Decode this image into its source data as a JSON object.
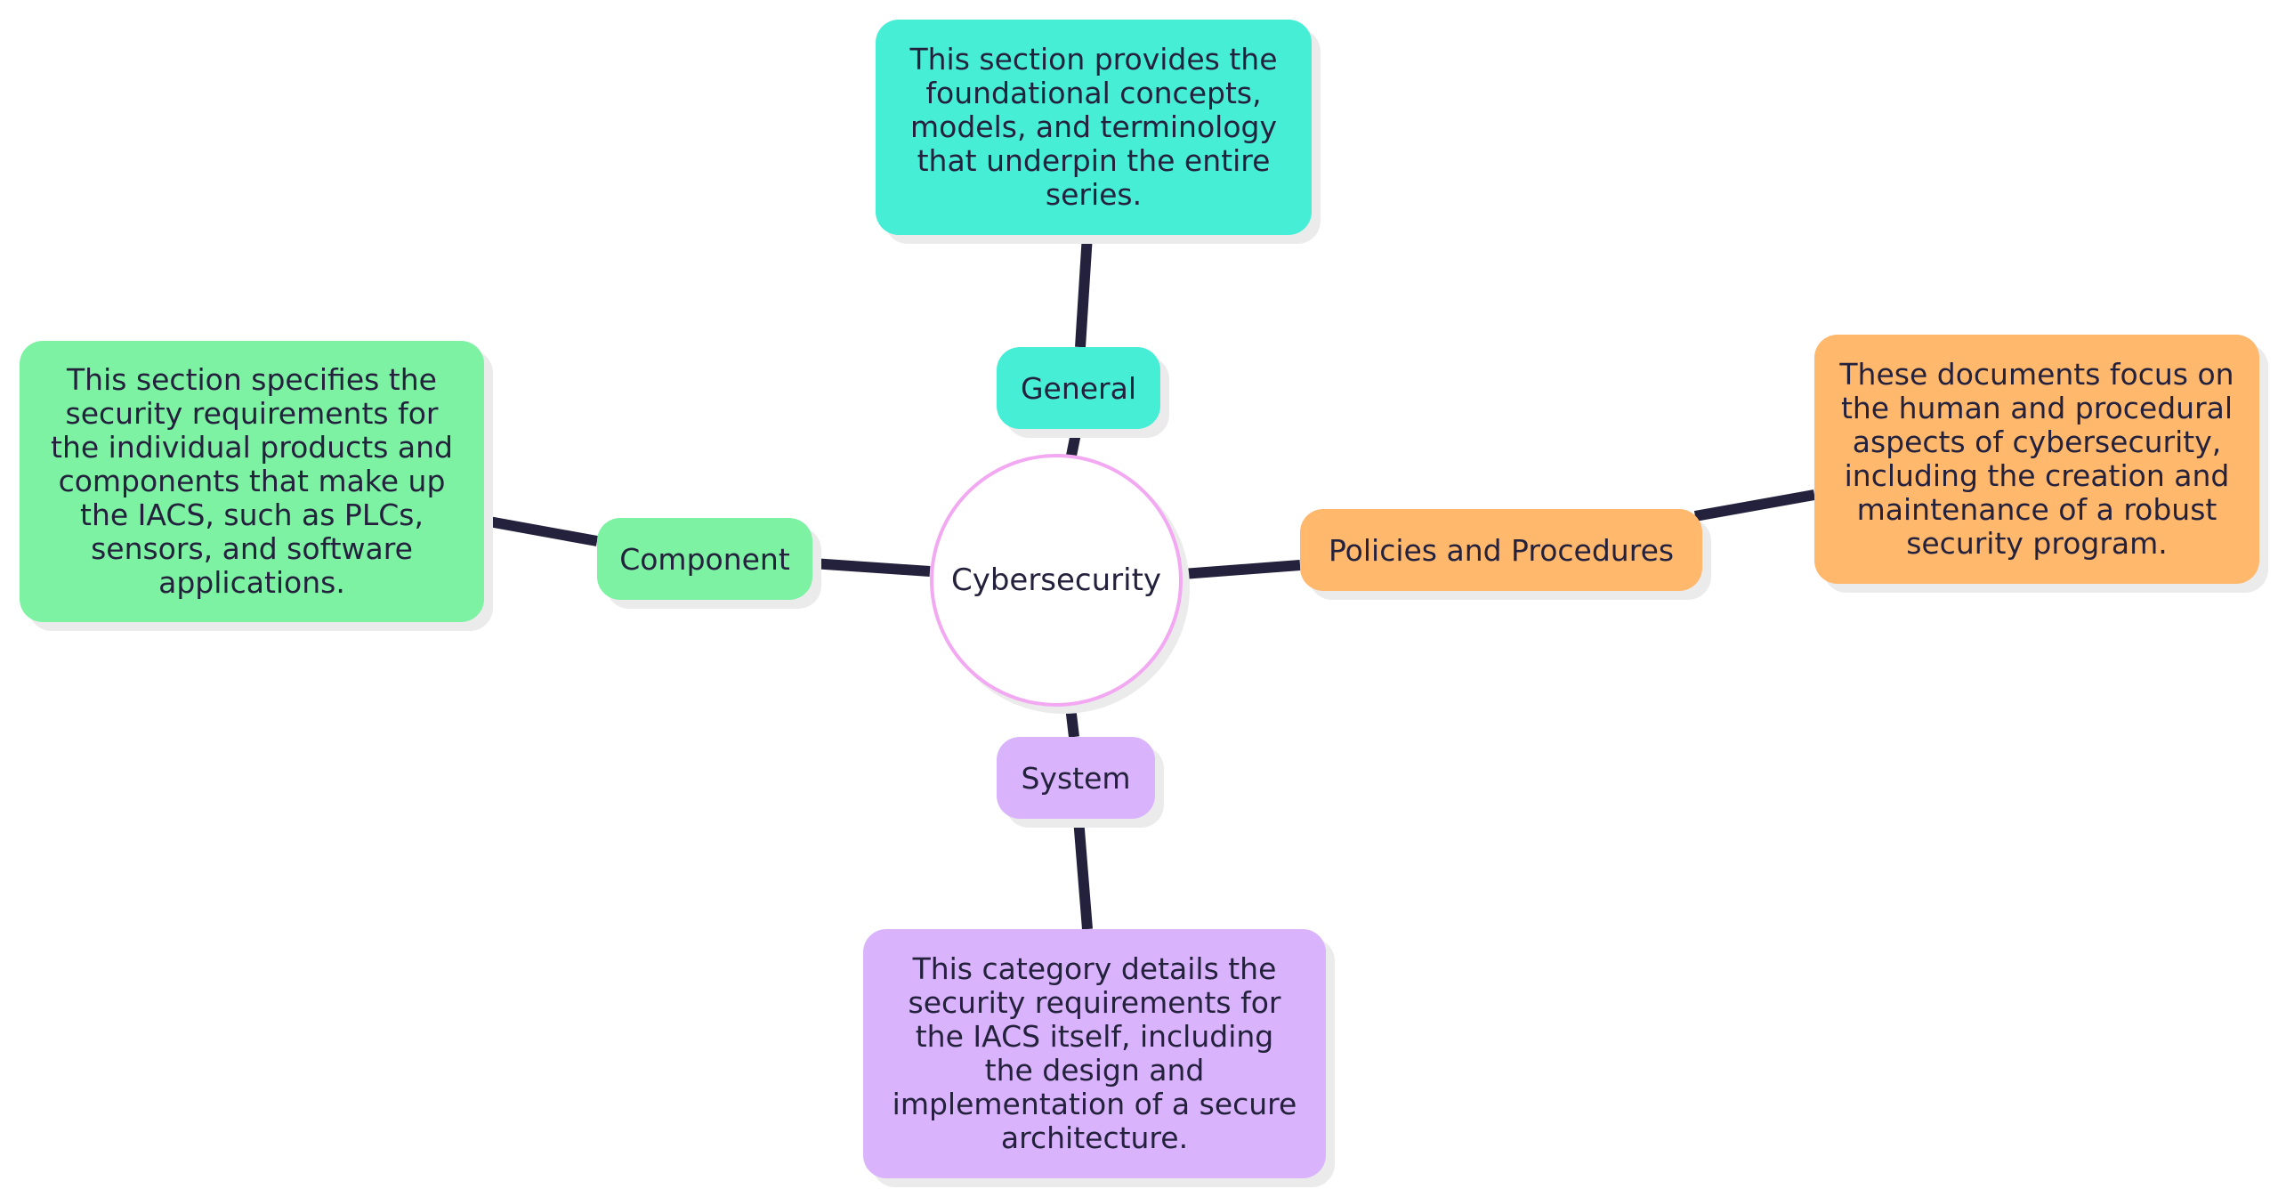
{
  "diagram": {
    "center": {
      "label": "Cybersecurity"
    },
    "branches": [
      {
        "key": "general",
        "label": "General",
        "description": [
          "This section provides the",
          "foundational concepts,",
          "models, and terminology",
          "that underpin the entire",
          "series."
        ]
      },
      {
        "key": "component",
        "label": "Component",
        "description": [
          "This section specifies the",
          "security requirements for",
          "the individual products and",
          "components that make up",
          "the IACS, such as PLCs,",
          "sensors, and software",
          "applications."
        ]
      },
      {
        "key": "policies",
        "label": "Policies and Procedures",
        "description": [
          "These documents focus on",
          "the human and procedural",
          "aspects of cybersecurity,",
          "including the creation and",
          "maintenance of a robust",
          "security program."
        ]
      },
      {
        "key": "system",
        "label": "System",
        "description": [
          "This category details the",
          "security requirements for",
          "the IACS itself, including",
          "the design and",
          "implementation of a secure",
          "architecture."
        ]
      }
    ],
    "colors": {
      "general": "#46eed6",
      "component": "#7df2a3",
      "policies": "#ffb86c",
      "system": "#d9b3fc",
      "center_border": "#f2a9f2",
      "edge": "#24213d",
      "text": "#24213d"
    }
  }
}
